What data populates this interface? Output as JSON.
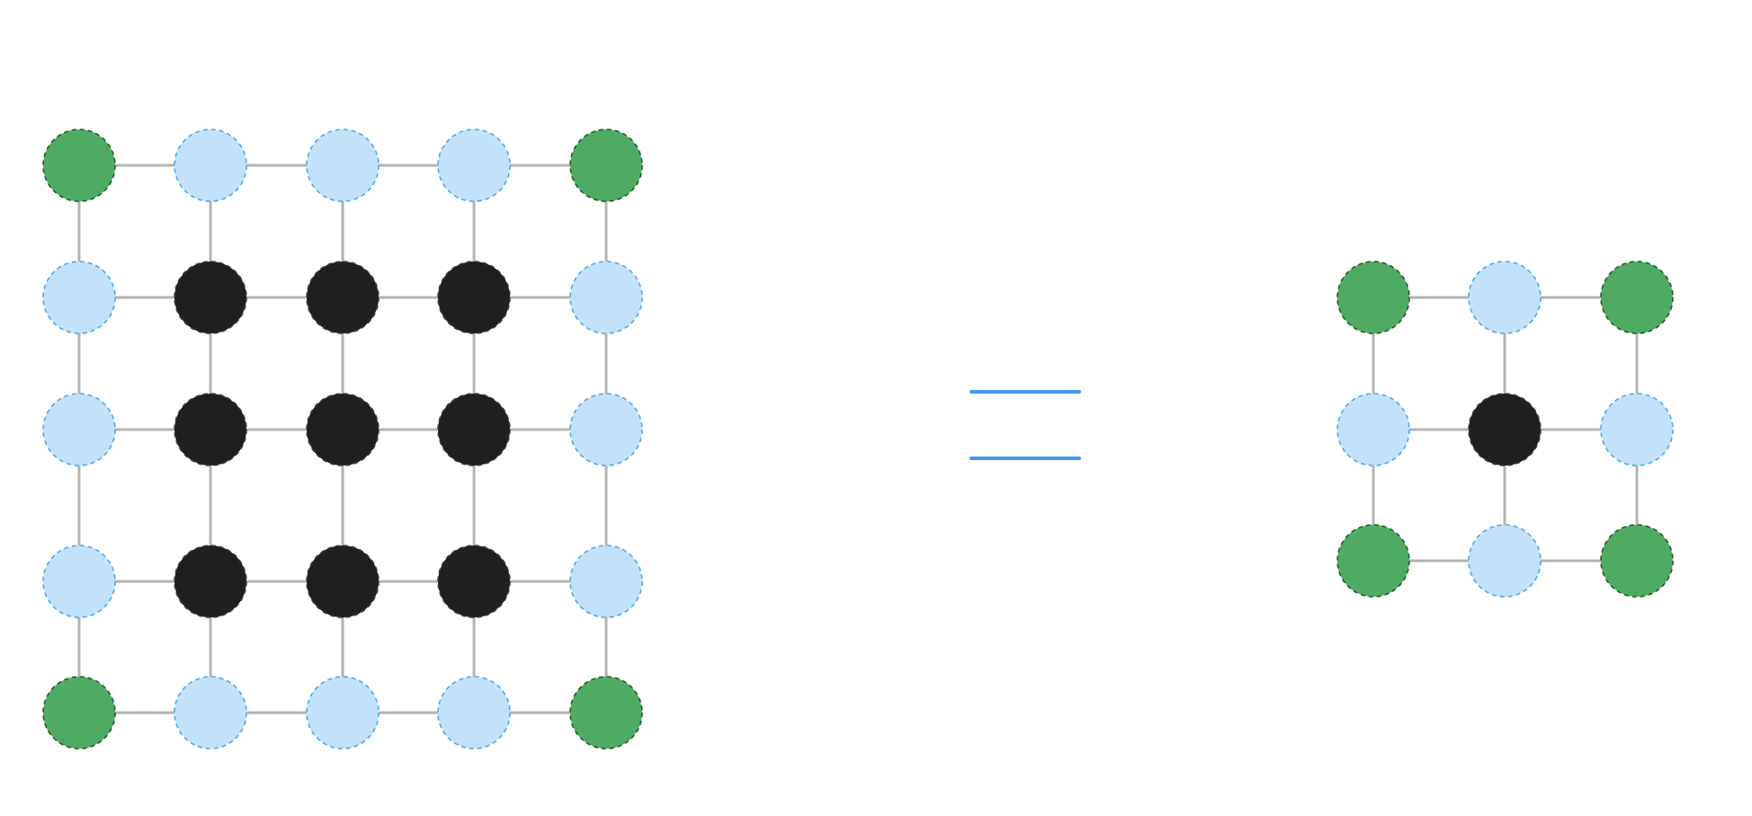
{
  "colors": {
    "corner_fill": "#4fab63",
    "corner_stroke": "#1f5a2d",
    "edge_fill": "#c4e1fa",
    "edge_stroke": "#4ea8e6",
    "interior_fill": "#1f1f1f",
    "interior_stroke": "#3a3a3a",
    "bond": "#b3b3b3",
    "bond_faint": "#cfe6f7",
    "equals": "#4597e8"
  },
  "left_grid": {
    "rows": 5,
    "cols": 5,
    "nodes": [
      [
        "corner",
        "edge",
        "edge",
        "edge",
        "corner"
      ],
      [
        "edge",
        "interior",
        "interior",
        "interior",
        "edge"
      ],
      [
        "edge",
        "interior",
        "interior",
        "interior",
        "edge"
      ],
      [
        "edge",
        "interior",
        "interior",
        "interior",
        "edge"
      ],
      [
        "corner",
        "edge",
        "edge",
        "edge",
        "corner"
      ]
    ],
    "faint_vertical_bond": {
      "row": 2,
      "col": 0
    }
  },
  "right_grid": {
    "rows": 3,
    "cols": 3,
    "nodes": [
      [
        "corner",
        "edge",
        "corner"
      ],
      [
        "edge",
        "interior",
        "edge"
      ],
      [
        "corner",
        "edge",
        "corner"
      ]
    ]
  },
  "relation": "equals-sign"
}
